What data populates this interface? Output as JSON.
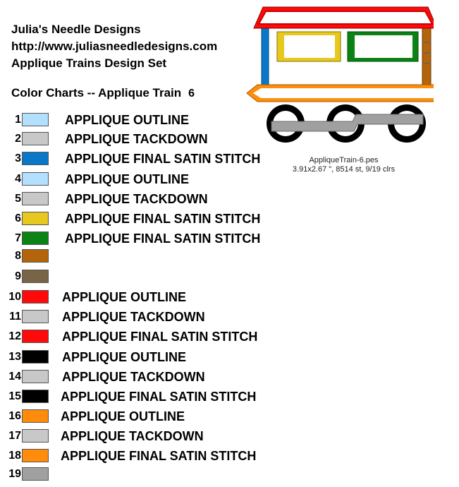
{
  "header": {
    "company": "Julia's Needle Designs",
    "url": "http://www.juliasneedledesigns.com",
    "set_name": "Applique Trains Design Set"
  },
  "chart_title": "Color Charts -- Applique Train",
  "chart_number": "6",
  "design": {
    "file_name": "AppliqueTrain-6.pes",
    "specs": "3.91x2.67 \", 8514 st, 9/19 clrs"
  },
  "colors": [
    {
      "num": "1",
      "hex": "#b4e0ff",
      "label": "APPLIQUE OUTLINE"
    },
    {
      "num": "2",
      "hex": "#c8c8c8",
      "label": "APPLIQUE TACKDOWN"
    },
    {
      "num": "3",
      "hex": "#0a78c8",
      "label": "APPLIQUE FINAL SATIN STITCH"
    },
    {
      "num": "4",
      "hex": "#b4e0ff",
      "label": "APPLIQUE OUTLINE"
    },
    {
      "num": "5",
      "hex": "#c8c8c8",
      "label": "APPLIQUE TACKDOWN"
    },
    {
      "num": "6",
      "hex": "#e6c81e",
      "label": "APPLIQUE FINAL SATIN STITCH"
    },
    {
      "num": "7",
      "hex": "#0a8214",
      "label": "APPLIQUE FINAL SATIN STITCH"
    },
    {
      "num": "8",
      "hex": "#b4640a",
      "label": ""
    },
    {
      "num": "9",
      "hex": "#786446",
      "label": ""
    },
    {
      "num": "10",
      "hex": "#ff0a0a",
      "label": "APPLIQUE OUTLINE"
    },
    {
      "num": "11",
      "hex": "#c8c8c8",
      "label": "APPLIQUE TACKDOWN"
    },
    {
      "num": "12",
      "hex": "#ff0a0a",
      "label": "APPLIQUE FINAL SATIN STITCH"
    },
    {
      "num": "13",
      "hex": "#000000",
      "label": "APPLIQUE OUTLINE"
    },
    {
      "num": "14",
      "hex": "#c8c8c8",
      "label": "APPLIQUE TACKDOWN"
    },
    {
      "num": "15",
      "hex": "#000000",
      "label": "APPLIQUE FINAL SATIN STITCH"
    },
    {
      "num": "16",
      "hex": "#ff8c0a",
      "label": "APPLIQUE OUTLINE"
    },
    {
      "num": "17",
      "hex": "#c8c8c8",
      "label": "APPLIQUE TACKDOWN"
    },
    {
      "num": "18",
      "hex": "#ff8c0a",
      "label": "APPLIQUE FINAL SATIN STITCH"
    },
    {
      "num": "19",
      "hex": "#a0a0a0",
      "label": ""
    }
  ]
}
